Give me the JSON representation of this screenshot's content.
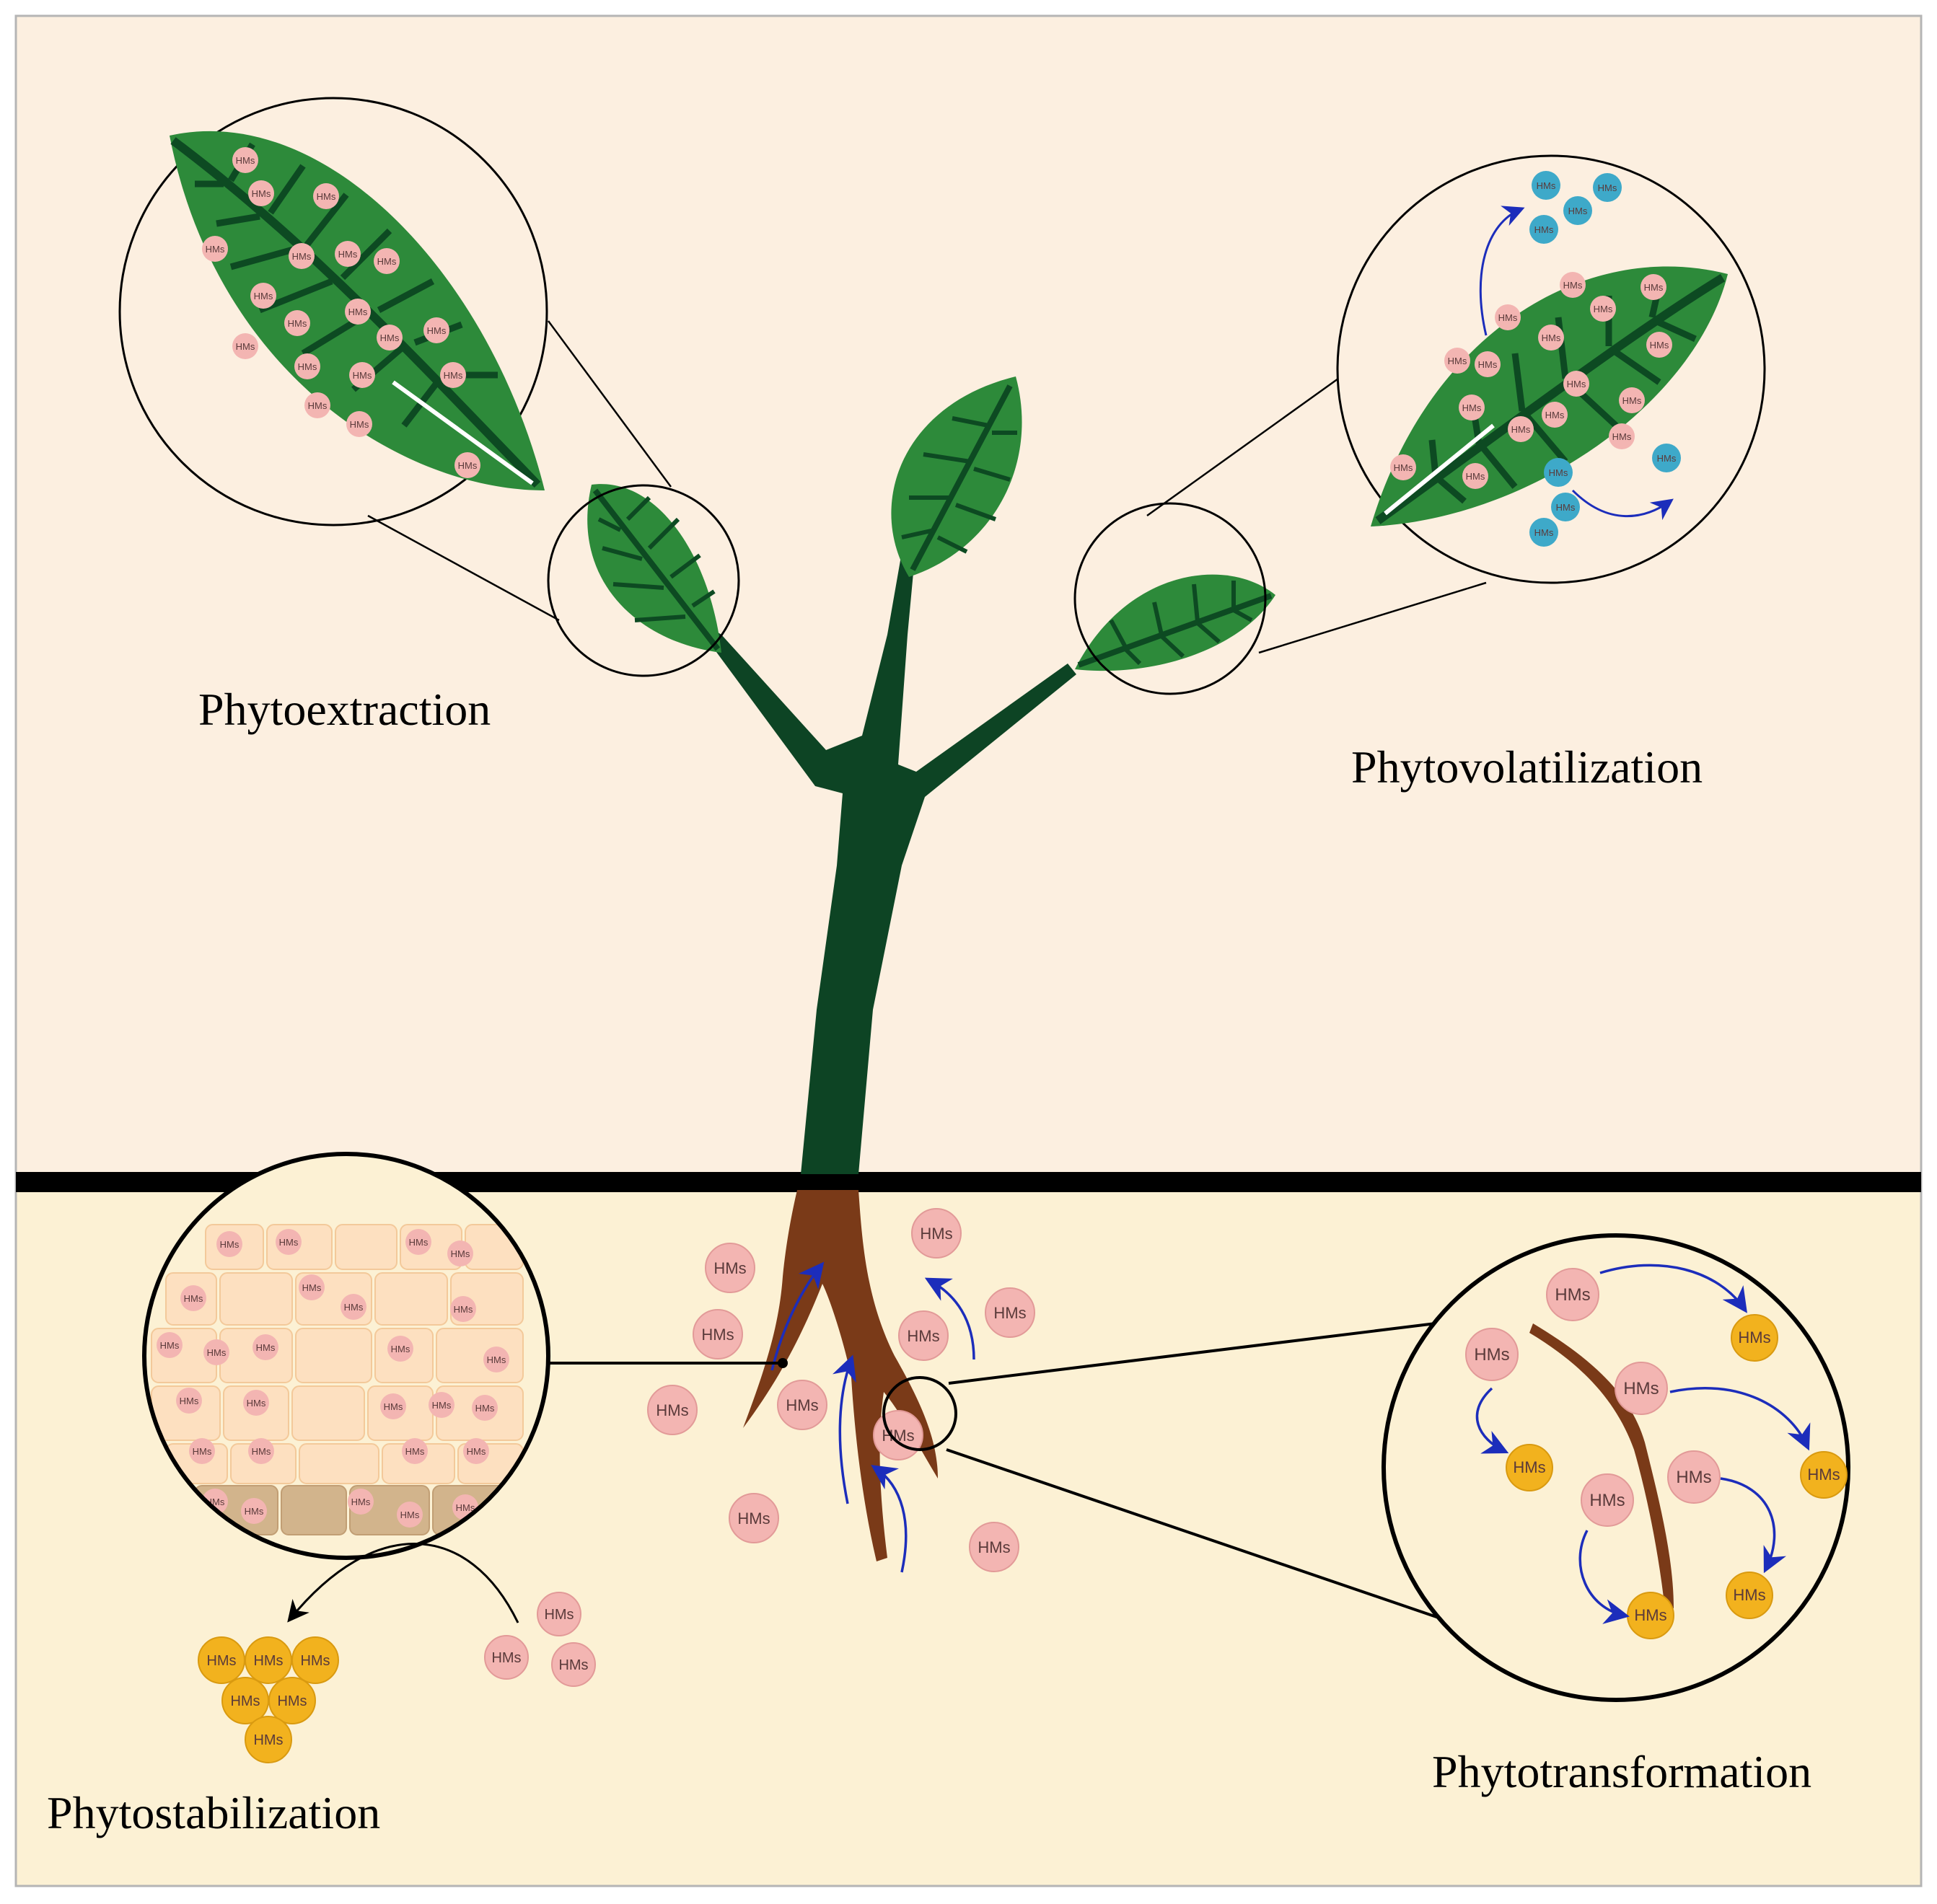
{
  "labels": {
    "phytoextraction": "Phytoextraction",
    "phytovolatilization": "Phytovolatilization",
    "phytostabilization": "Phytostabilization",
    "phytotransformation": "Phytotransformation"
  },
  "particle_label": "HMs",
  "colors": {
    "air_background": "#fcefe0",
    "soil_background": "#fcf1d4",
    "ground_line": "#000000",
    "stem": "#0d4424",
    "leaf": "#2d8a3a",
    "leaf_vein": "#0d4a22",
    "root": "#7a3a18",
    "hm_particle": "#f3b5b2",
    "transformed_particle": "#f2b21e",
    "volatile_particle": "#3ea9c9",
    "arrow": "#1c2dbb",
    "cell_fill": "#fde0c0",
    "cell_dark": "#d2b48c"
  }
}
